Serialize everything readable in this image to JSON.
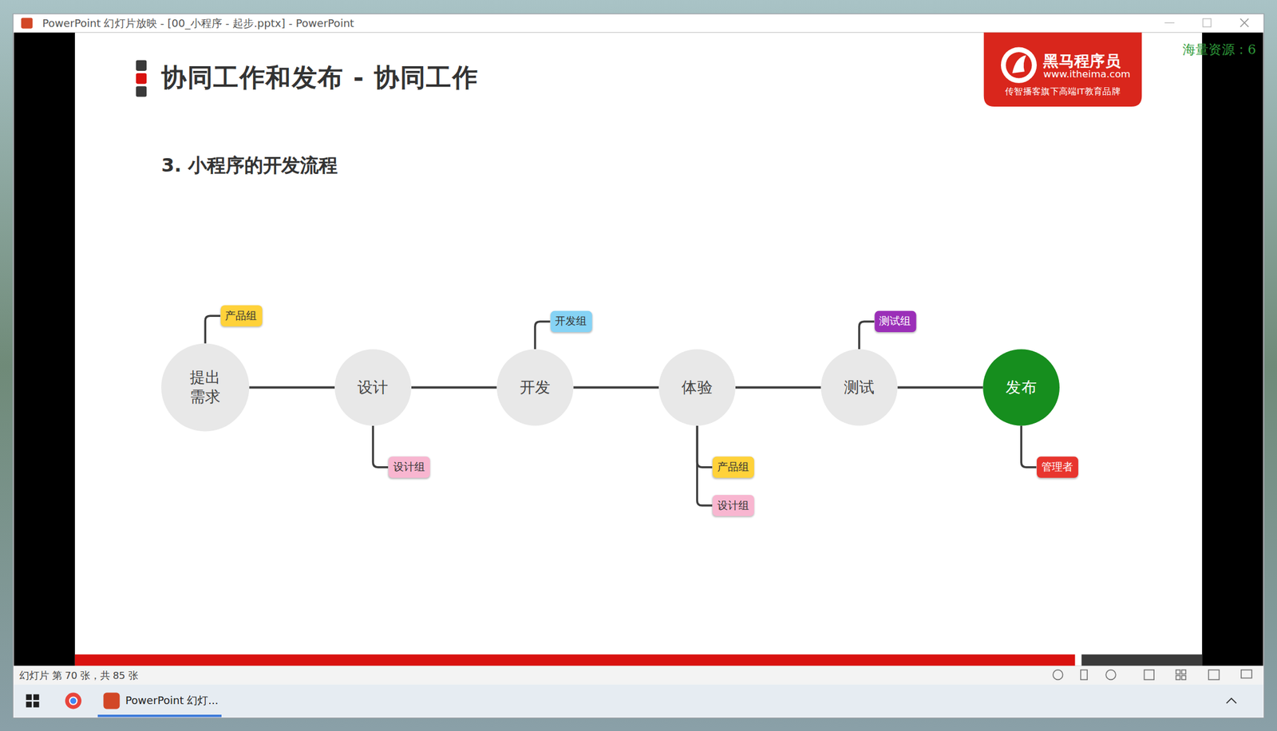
{
  "diagram": {
    "title": "协同工作和发布 - 协同工作",
    "nodes": [
      {
        "text": [
          "提出 需求"
        ]
      },
      {
        "text": [
          "产品组"
        ]
      },
      {
        "text": [
          "设计"
        ]
      },
      {
        "text": [
          "设计组"
        ]
      },
      {
        "text": [
          "开发"
        ]
      },
      {
        "text": [
          "开发组"
        ]
      },
      {
        "text": [
          "体验"
        ]
      },
      {
        "text": [
          "产品组"
        ]
      },
      {
        "text": [
          "设计组"
        ]
      },
      {
        "text": [
          "测试"
        ]
      },
      {
        "text": [
          "测试组"
        ]
      },
      {
        "text": [
          "发布"
        ]
      },
      {
        "text": [
          "管理者"
        ]
      }
    ],
    "edges": [
      {
        "from": 0,
        "to": 2,
        "arrow": "none"
      },
      {
        "from": 2,
        "to": 4,
        "arrow": "none"
      },
      {
        "from": 4,
        "to": 6,
        "arrow": "none"
      },
      {
        "from": 6,
        "to": 9,
        "arrow": "none"
      },
      {
        "from": 9,
        "to": 11,
        "arrow": "none"
      },
      {
        "from": 0,
        "to": 1,
        "arrow": "none"
      },
      {
        "from": 2,
        "to": 3,
        "arrow": "none"
      },
      {
        "from": 4,
        "to": 5,
        "arrow": "none"
      },
      {
        "from": 6,
        "to": 7,
        "arrow": "none"
      },
      {
        "from": 6,
        "to": 8,
        "arrow": "none"
      },
      {
        "from": 9,
        "to": 10,
        "arrow": "none"
      },
      {
        "from": 11,
        "to": 12,
        "arrow": "none"
      }
    ],
    "labels": [
      "PowerPoint 幻灯片放映 - [00_小程序 - 起步.pptx] - PowerPoint",
      "3. 小程序的开发流程",
      "黑马程序员",
      "www.itheima.com",
      "传智播客旗下高端IT教育品牌",
      "海量资源：6",
      "幻灯片 第 70 张，共 85 张",
      "PowerPoint 幻灯..."
    ]
  }
}
